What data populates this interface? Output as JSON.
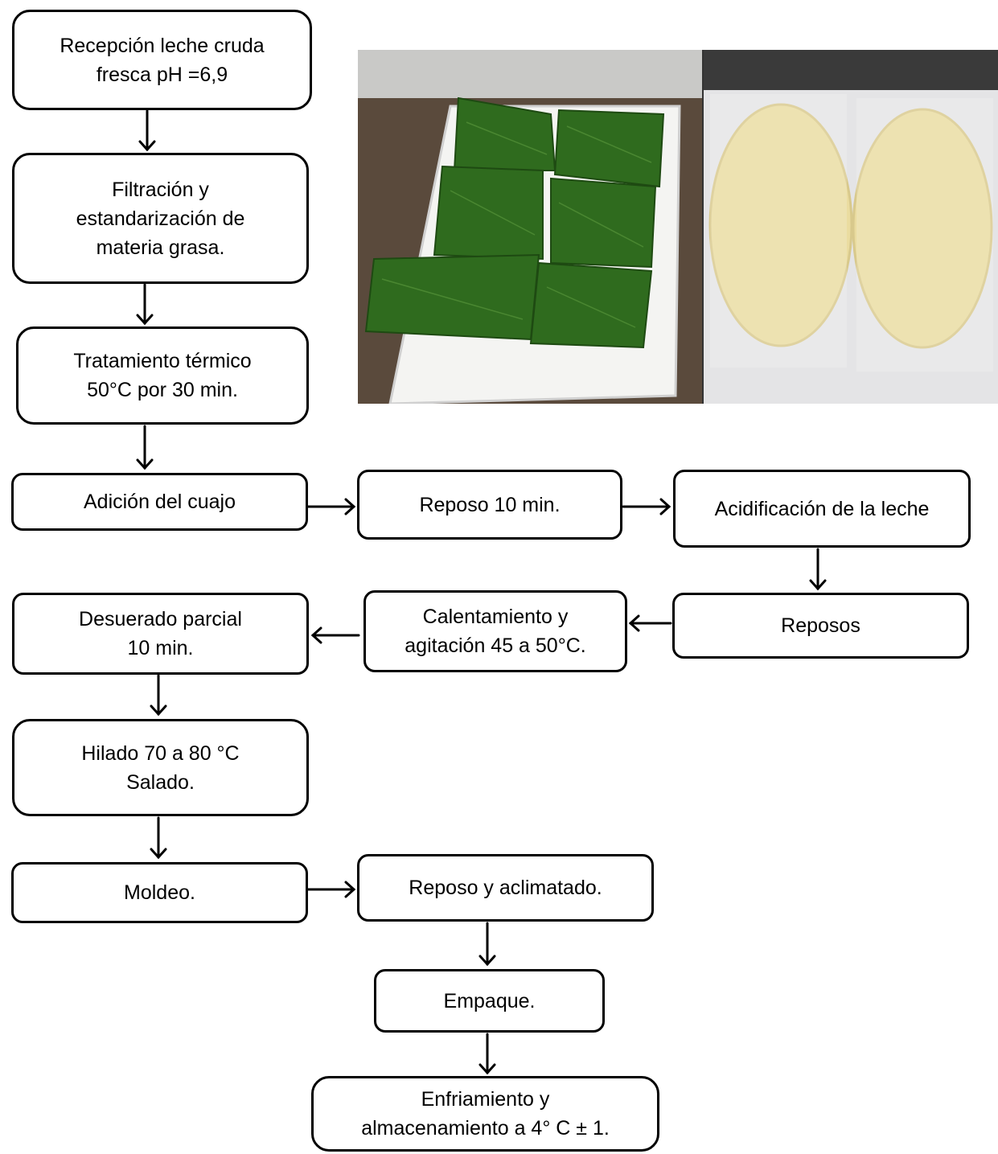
{
  "steps": {
    "recepcion": "Recepción leche cruda\nfresca pH =6,9",
    "filtracion": "Filtración y\nestandarización de\nmateria  grasa.",
    "tratamiento": "Tratamiento térmico\n50°C por 30 min.",
    "adicion": "Adición del cuajo",
    "reposo10": "Reposo 10 min.",
    "acidificacion": "Acidificación de la leche",
    "reposos": "Reposos",
    "calentamiento": "Calentamiento y\nagitación 45 a 50°C.",
    "desuerado": "Desuerado parcial\n10 min.",
    "hilado": "Hilado 70 a 80 °C\nSalado.",
    "moldeo": "Moldeo.",
    "reposo_aclimatado": "Reposo y aclimatado.",
    "empaque": "Empaque.",
    "enfriamiento": "Enfriamiento y\nalmacenamiento a 4° C ± 1."
  },
  "colors": {
    "leaf_green": "#2f6b1e",
    "cheese_yellow": "#eadca0",
    "tray_white": "#f4f4f2",
    "table_gray": "#6c6f6f"
  }
}
